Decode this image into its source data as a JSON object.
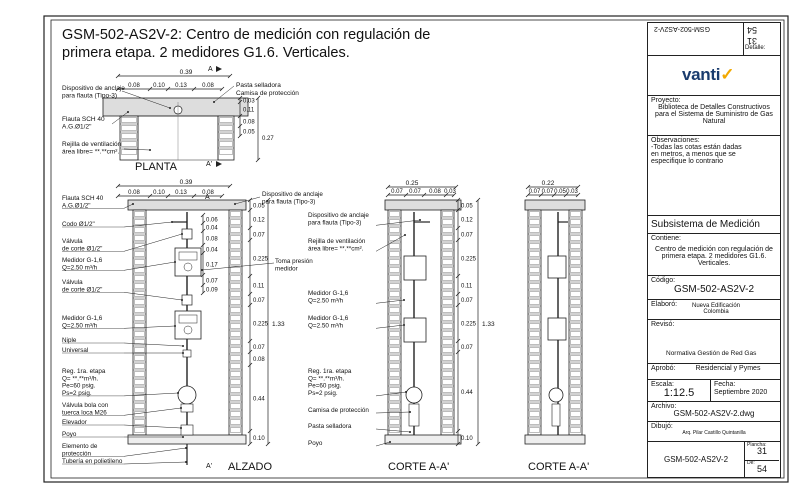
{
  "sheet": {
    "title_line1": "GSM-502-AS2V-2: Centro de medición con regulación de",
    "title_line2": "primera etapa.  2 medidores G1.6. Verticales."
  },
  "plan": {
    "section_marker_top": "A",
    "section_marker_bottom": "A'",
    "label": "PLANTA",
    "dim_total": "0.39",
    "dims_top": [
      "0.08",
      "0.10",
      "0.13",
      "0.08"
    ],
    "dims_right": [
      "0.03",
      "0.11",
      "0.08",
      "0.05"
    ],
    "dim_right_total": "0.27",
    "callouts": {
      "anchor": "Dispositivo de anclaje\npara flauta (Tipo-3)",
      "pasta": "Pasta selladora",
      "camisa": "Camisa de protección",
      "flauta": "Flauta SCH 40\nA.G.Ø1/2\"",
      "rejilla": "Rejilla de ventilación\nárea libre= **.**cm²."
    }
  },
  "elevation": {
    "label": "ALZADO",
    "section_marker_top": "A",
    "section_marker_bottom": "A'",
    "dim_total": "0.39",
    "dims_top": [
      "0.08",
      "0.10",
      "0.13",
      "0.08"
    ],
    "right_dims": [
      "0.05",
      "0.12",
      "0.07",
      "0.225",
      "0.11",
      "0.07",
      "0.225",
      "0.07",
      "0.08",
      "0.44",
      "0.10"
    ],
    "right_total": "1.33",
    "inner_dims": [
      "0.06",
      "0.04",
      "0.08",
      "0.04",
      "0.17",
      "0.07",
      "0.09"
    ],
    "left_callouts": [
      "Flauta SCH 40\nA.G.Ø1/2\"",
      "Codo Ø1/2\"",
      "Válvula\nde corte Ø1/2\"",
      "Medidor G-1,6\nQ=2.50 m³/h",
      "Válvula\nde corte Ø1/2\"",
      "Medidor G-1,6\nQ=2.50 m³/h",
      "Niple",
      "Universal",
      "Reg. 1ra. etapa\nQ= **.**m³/h.\nPe=60 psig.\nPs=2 psig.",
      "Válvula bola con\ntuerca loca M26",
      "Elevador",
      "Poyo",
      "Elemento de\nprotección",
      "Tubería en polietileno"
    ],
    "right_callouts": {
      "anchor": "Dispositivo de anclaje\npara flauta (Tipo-3)",
      "toma": "Toma presión\nmedidor"
    }
  },
  "section1": {
    "label": "CORTE A-A'",
    "dim_total": "0.25",
    "dims_top": [
      "0.07",
      "0.07",
      "0.08",
      "0.03"
    ],
    "right_dims": [
      "0.05",
      "0.12",
      "0.07",
      "0.225",
      "0.11",
      "0.07",
      "0.225",
      "0.07",
      "0.44",
      "0.10"
    ],
    "right_total": "1.33",
    "callouts": [
      "Dispositivo de anclaje\npara flauta (Tipo-3)",
      "Rejilla de ventilación\nárea libre= **.**cm².",
      "Medidor G-1,6\nQ=2.50 m³/h",
      "Medidor G-1,6\nQ=2.50 m³/h",
      "Reg. 1ra. etapa\nQ= **.**m³/h.\nPe=60 psig.\nPs=2 psig.",
      "Camisa de protección",
      "Pasta selladora",
      "Poyo"
    ]
  },
  "section2": {
    "label": "CORTE A-A'",
    "dim_total": "0.22",
    "dims_top": [
      "0.07",
      "0.07",
      "0.05",
      "0.03"
    ]
  },
  "titleblock": {
    "detail_label": "Detalle:",
    "detail_value": "GSM-502-AS2V-2",
    "sheet_label": "Plancha:",
    "sheet_value": "31",
    "of_label": "De:",
    "of_value": "54",
    "brand": "vanti",
    "project_label": "Proyecto:",
    "project_value": "Biblioteca de Detalles Constructivos para el Sistema de Suministro de Gas Natural",
    "obs_label": "Observaciones:",
    "obs_value": "-Todas las cotas están dadas en metros, a menos que se especifique lo contrario",
    "subsystem": "Subsistema de Medición",
    "content_label": "Contiene:",
    "content_value": "Centro de medición con regulación de primera etapa. 2 medidores G1.6. Verticales.",
    "code_label": "Código:",
    "code_value": "GSM-502-AS2V-2",
    "elab_label": "Elaboró:",
    "elab_value": "Nueva Edificación Colombia",
    "review_label": "Revisó:",
    "review_value": "Normativa Gestión de Red Gas",
    "approve_label": "Aprobó:",
    "approve_value": "Residencial y Pymes",
    "scale_label": "Escala:",
    "scale_value": "1:12.5",
    "date_label": "Fecha:",
    "date_value": "Septiembre 2020",
    "file_label": "Archivo:",
    "file_value": "GSM-502-AS2V-2.dwg",
    "drawn_label": "Dibujó:",
    "drawn_value": "Arq. Pilar Castillo Quintanilla",
    "bottom_code": "GSM-502-AS2V-2",
    "bottom_sheet": "31",
    "bottom_of": "54"
  }
}
